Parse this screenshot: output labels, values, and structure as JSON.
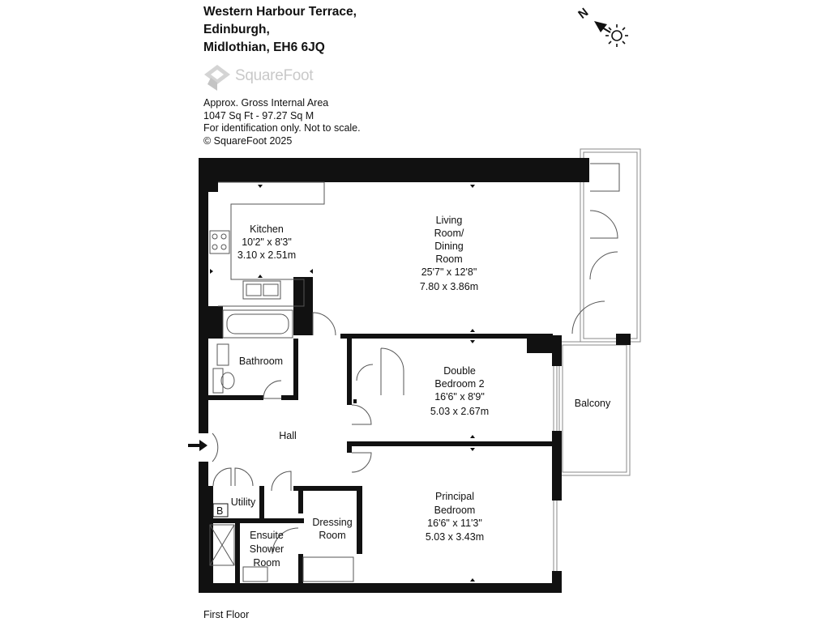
{
  "address": {
    "line1": "Western Harbour Terrace,",
    "line2": "Edinburgh,",
    "line3": "Midlothian, EH6 6JQ"
  },
  "logo": {
    "text": "SquareFoot"
  },
  "area": {
    "line1": "Approx. Gross Internal Area",
    "line2": "1047 Sq Ft  -  97.27 Sq M",
    "line3": "For identification only. Not to scale.",
    "line4": "© SquareFoot 2025"
  },
  "compass": {
    "north": "N",
    "icon": "sun-icon"
  },
  "rooms": {
    "kitchen": {
      "name": "Kitchen",
      "imperial": "10'2\" x 8'3\"",
      "metric": "3.10 x 2.51m"
    },
    "living": {
      "line1": "Living",
      "line2": "Room/",
      "line3": "Dining",
      "line4": "Room",
      "imperial": "25'7\" x 12'8\"",
      "metric": "7.80 x 3.86m"
    },
    "bathroom": {
      "name": "Bathroom"
    },
    "double_bedroom": {
      "line1": "Double",
      "line2": "Bedroom 2",
      "imperial": "16'6\" x 8'9\"",
      "metric": "5.03 x 2.67m"
    },
    "balcony": {
      "name": "Balcony"
    },
    "hall": {
      "name": "Hall"
    },
    "utility": {
      "name": "Utility",
      "boiler": "B"
    },
    "principal_bedroom": {
      "line1": "Principal",
      "line2": "Bedroom",
      "imperial": "16'6\" x 11'3\"",
      "metric": "5.03 x 3.43m"
    },
    "dressing_room": {
      "line1": "Dressing",
      "line2": "Room"
    },
    "ensuite": {
      "line1": "Ensuite",
      "line2": "Shower",
      "line3": "Room"
    }
  },
  "floor_label": "First Floor"
}
